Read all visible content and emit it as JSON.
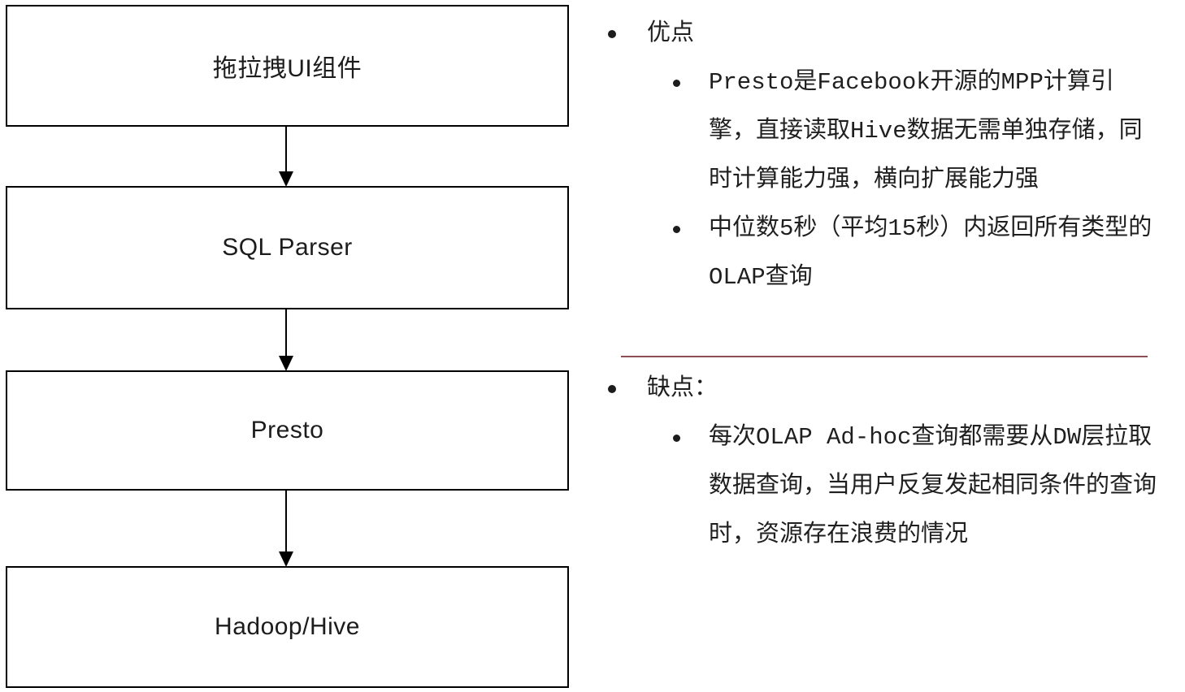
{
  "diagram": {
    "boxes": [
      {
        "label": "拖拉拽UI组件"
      },
      {
        "label": "SQL Parser"
      },
      {
        "label": "Presto"
      },
      {
        "label": "Hadoop/Hive"
      }
    ],
    "arrow_direction": "down",
    "border_color": "#000000"
  },
  "notes": {
    "pros": {
      "heading": "优点",
      "items": [
        "Presto是Facebook开源的MPP计算引擎，直接读取Hive数据无需单独存储，同时计算能力强，横向扩展能力强",
        "中位数5秒（平均15秒）内返回所有类型的OLAP查询"
      ]
    },
    "cons": {
      "heading": "缺点：",
      "items": [
        "每次OLAP Ad-hoc查询都需要从DW层拉取数据查询，当用户反复发起相同条件的查询时，资源存在浪费的情况"
      ]
    },
    "divider_color": "#8c4f55",
    "text_color": "#1f1f1f"
  }
}
